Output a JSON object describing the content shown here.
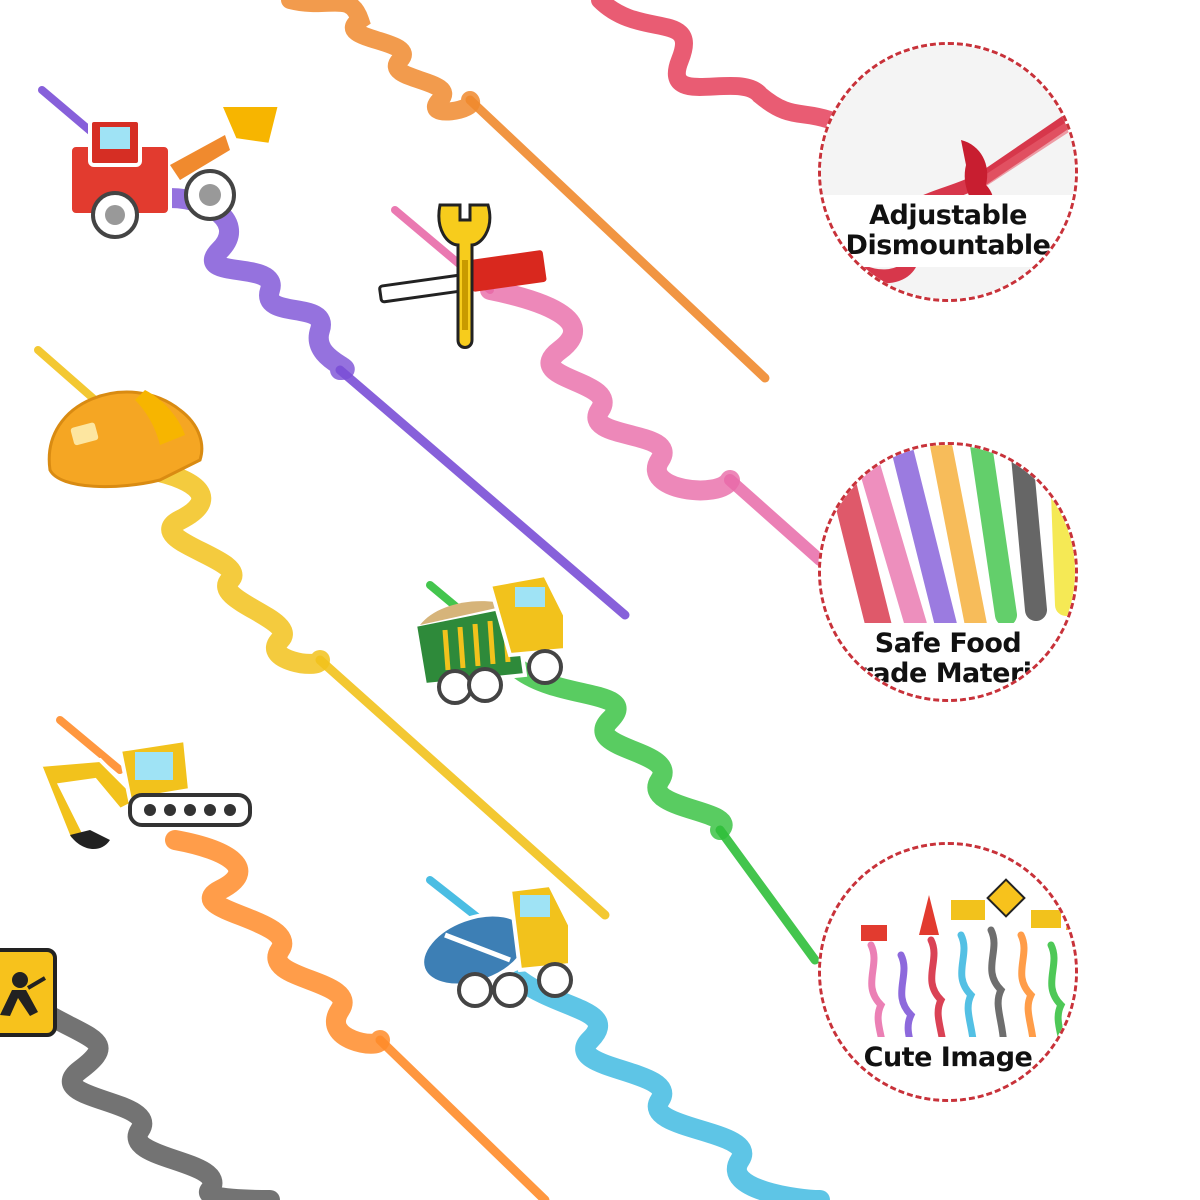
{
  "features": [
    {
      "id": "adjustable",
      "lines": [
        "Adjustable",
        "Dismountable"
      ]
    },
    {
      "id": "safe",
      "lines": [
        "Safe Food",
        "Grade Material"
      ]
    },
    {
      "id": "cute",
      "lines": [
        "Cute Image"
      ]
    }
  ],
  "colors": {
    "circle_border": "#c8323a",
    "straws": [
      "#e5405a",
      "#f08a2e",
      "#7a4fd6",
      "#e86aa8",
      "#f2c21c",
      "#2fbf3a",
      "#ff8c2a",
      "#36b6e0",
      "#5a5a5a"
    ]
  },
  "icons": [
    "bulldozer-icon",
    "wrench-screwdriver-icon",
    "hard-hat-icon",
    "dump-truck-icon",
    "excavator-icon",
    "cement-mixer-icon",
    "road-work-sign-icon"
  ]
}
